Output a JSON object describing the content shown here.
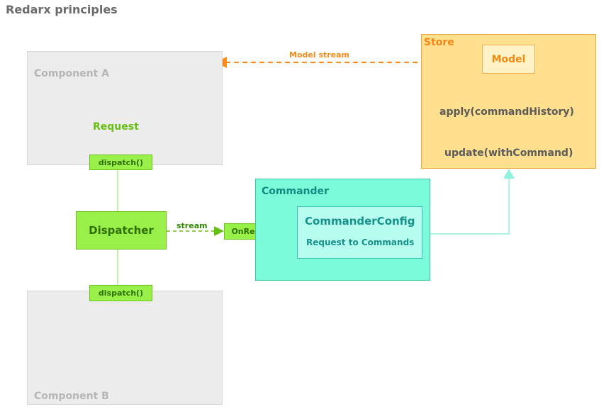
{
  "title": "Redarx principles",
  "component_a": {
    "label": "Component A"
  },
  "component_b": {
    "label": "Component B"
  },
  "request_label": "Request",
  "dispatch_label": "dispatch()",
  "dispatcher_label": "Dispatcher",
  "stream_label": "stream",
  "on_request_label": "OnRequest",
  "commander": {
    "title": "Commander",
    "config_title": "CommanderConfig",
    "config_subtitle": "Request to Commands"
  },
  "store": {
    "title": "Store",
    "model_label": "Model",
    "apply_label": "apply(commandHistory)",
    "update_label": "update(withCommand)"
  },
  "model_stream_label": "Model stream",
  "colors": {
    "green": "#99f048",
    "orange": "#ff8c1a",
    "teal": "#7cfbdb",
    "gray": "#ececec"
  }
}
